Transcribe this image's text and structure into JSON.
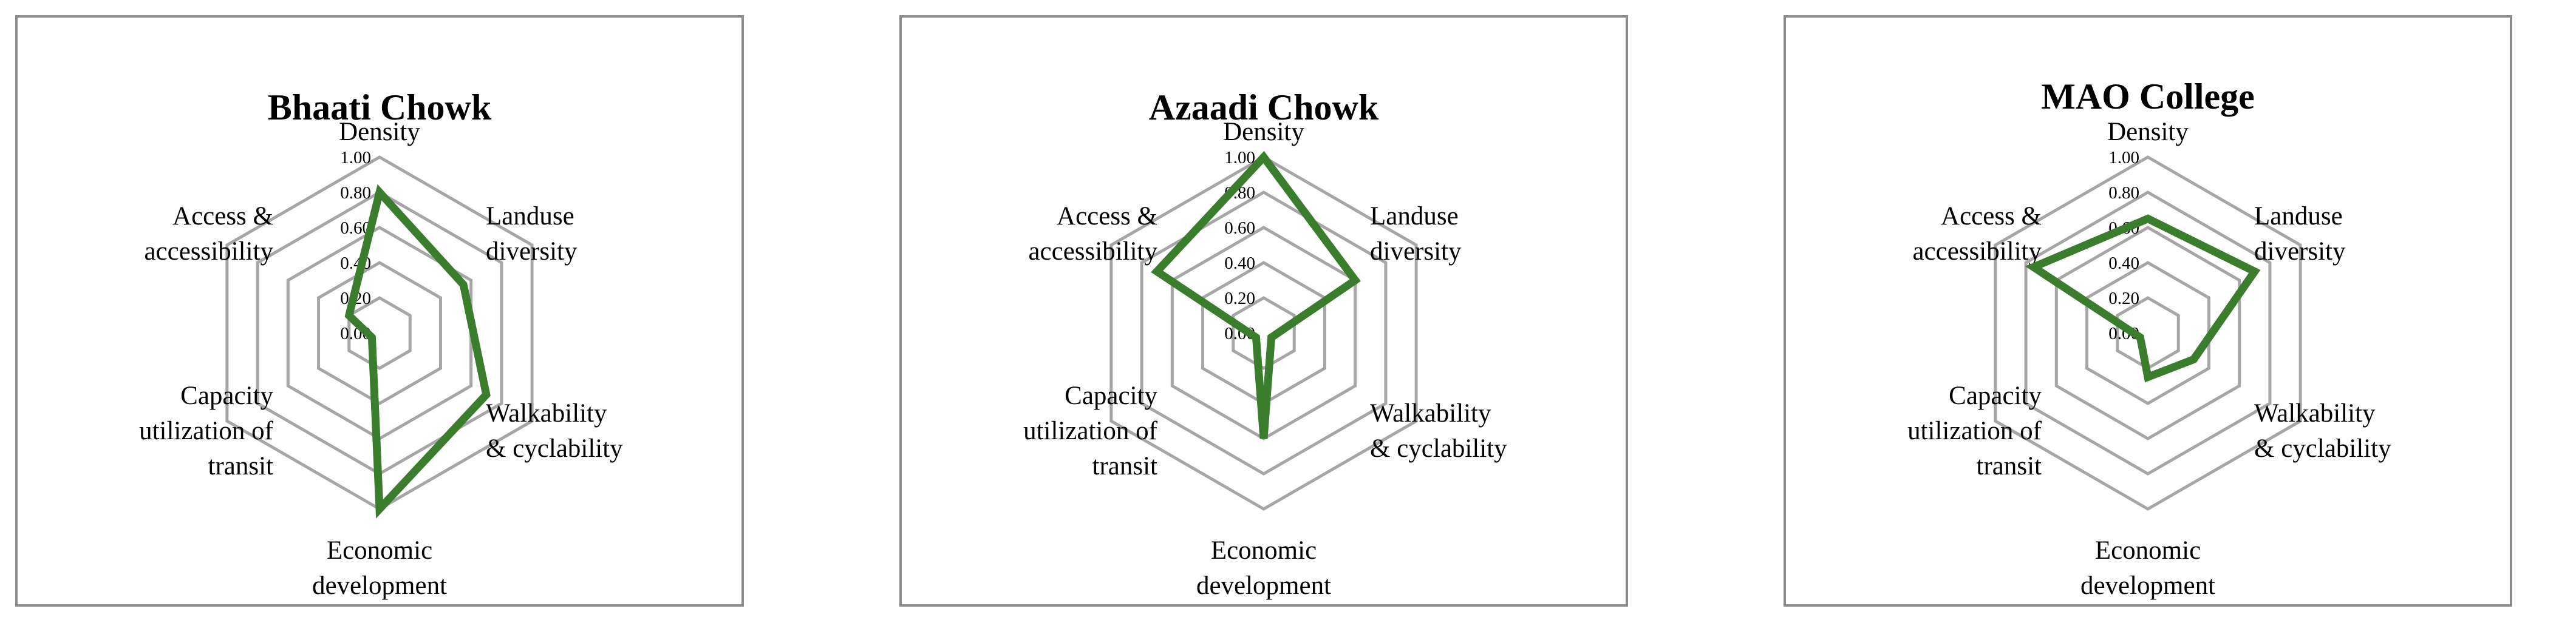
{
  "chart_data": [
    {
      "type": "radar",
      "title": "Bhaati Chowk",
      "axes": [
        "Density",
        "Landuse diversity",
        "Walkability & cyclability",
        "Economic development",
        "Capacity utilization of transit",
        "Access & accessibility"
      ],
      "axis_label_lines": [
        [
          "Density"
        ],
        [
          "Landuse",
          "diversity"
        ],
        [
          "Walkability",
          "& cyclability"
        ],
        [
          "Economic",
          "development"
        ],
        [
          "Capacity",
          "utilization of",
          "transit"
        ],
        [
          "Access &",
          "accessibility"
        ]
      ],
      "ticks": [
        "0.00",
        "0.20",
        "0.40",
        "0.60",
        "0.80",
        "1.00"
      ],
      "rlim": [
        0,
        1
      ],
      "series": [
        {
          "values": [
            0.8,
            0.55,
            0.7,
            1.0,
            0.05,
            0.2
          ]
        }
      ],
      "series_color": "#3a7d2c",
      "grid_color": "#a6a6a6"
    },
    {
      "type": "radar",
      "title": "Azaadi Chowk",
      "axes": [
        "Density",
        "Landuse diversity",
        "Walkability & cyclability",
        "Economic development",
        "Capacity utilization of transit",
        "Access & accessibility"
      ],
      "axis_label_lines": [
        [
          "Density"
        ],
        [
          "Landuse",
          "diversity"
        ],
        [
          "Walkability",
          "& cyclability"
        ],
        [
          "Economic",
          "development"
        ],
        [
          "Capacity",
          "utilization of",
          "transit"
        ],
        [
          "Access &",
          "accessibility"
        ]
      ],
      "ticks": [
        "0.00",
        "0.20",
        "0.40",
        "0.60",
        "0.80",
        "1.00"
      ],
      "rlim": [
        0,
        1
      ],
      "series": [
        {
          "values": [
            1.0,
            0.6,
            0.05,
            0.6,
            0.05,
            0.7
          ]
        }
      ],
      "series_color": "#3a7d2c",
      "grid_color": "#a6a6a6"
    },
    {
      "type": "radar",
      "title": "MAO College",
      "axes": [
        "Density",
        "Landuse diversity",
        "Walkability & cyclability",
        "Economic development",
        "Capacity utilization of transit",
        "Access & accessibility"
      ],
      "axis_label_lines": [
        [
          "Density"
        ],
        [
          "Landuse",
          "diversity"
        ],
        [
          "Walkability",
          "& cyclability"
        ],
        [
          "Economic",
          "development"
        ],
        [
          "Capacity",
          "utilization of",
          "transit"
        ],
        [
          "Access &",
          "accessibility"
        ]
      ],
      "ticks": [
        "0.00",
        "0.20",
        "0.40",
        "0.60",
        "0.80",
        "1.00"
      ],
      "rlim": [
        0,
        1
      ],
      "series": [
        {
          "values": [
            0.65,
            0.7,
            0.3,
            0.25,
            0.05,
            0.75
          ]
        }
      ],
      "series_color": "#3a7d2c",
      "grid_color": "#a6a6a6"
    }
  ]
}
